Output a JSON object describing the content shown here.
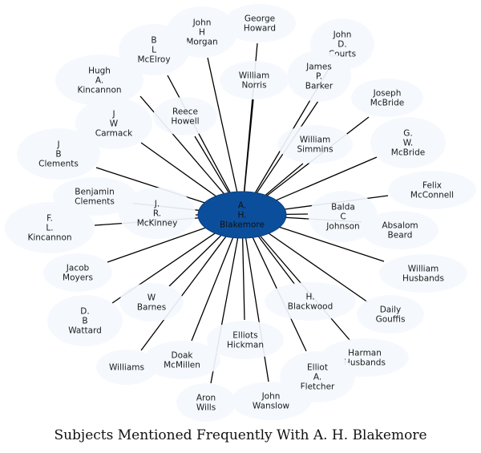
{
  "title": "Subjects Mentioned Frequently With A. H. Blakemore",
  "colors": {
    "center_fill": "#0b4f9c",
    "node_fill": "#f4f8fe",
    "edge": "#000000"
  },
  "center": {
    "id": "blakemore",
    "lines": [
      "A.",
      "H.",
      "Blakemore"
    ]
  },
  "nodes": [
    {
      "id": "george-howard",
      "lines": [
        "George",
        "Howard"
      ]
    },
    {
      "id": "john-h-morgan",
      "lines": [
        "John",
        "H",
        "Morgan"
      ]
    },
    {
      "id": "b-l-mcelroy",
      "lines": [
        "B",
        "L",
        "McElroy"
      ]
    },
    {
      "id": "hugh-a-kincannon",
      "lines": [
        "Hugh",
        "A.",
        "Kincannon"
      ]
    },
    {
      "id": "john-d-courts",
      "lines": [
        "John",
        "D.",
        "Courts"
      ]
    },
    {
      "id": "william-norris",
      "lines": [
        "William",
        "Norris"
      ]
    },
    {
      "id": "james-p-barker",
      "lines": [
        "James",
        "P.",
        "Barker"
      ]
    },
    {
      "id": "joseph-mcbride",
      "lines": [
        "Joseph",
        "McBride"
      ]
    },
    {
      "id": "j-w-carmack",
      "lines": [
        "J",
        "W",
        "Carmack"
      ]
    },
    {
      "id": "reece-howell",
      "lines": [
        "Reece",
        "Howell"
      ]
    },
    {
      "id": "g-w-mcbride",
      "lines": [
        "G.",
        "W.",
        "McBride"
      ]
    },
    {
      "id": "william-simmins",
      "lines": [
        "William",
        "Simmins"
      ]
    },
    {
      "id": "j-b-clements",
      "lines": [
        "J",
        "B",
        "Clements"
      ]
    },
    {
      "id": "felix-mcconnell",
      "lines": [
        "Felix",
        "McConnell"
      ]
    },
    {
      "id": "benjamin-clements",
      "lines": [
        "Benjamin",
        "Clements"
      ]
    },
    {
      "id": "j-r-mckinney",
      "lines": [
        "J.",
        "R.",
        "McKinney"
      ]
    },
    {
      "id": "balda-c-johnson",
      "lines": [
        "Balda",
        "C",
        "Johnson"
      ]
    },
    {
      "id": "absalom-beard",
      "lines": [
        "Absalom",
        "Beard"
      ]
    },
    {
      "id": "f-l-kincannon",
      "lines": [
        "F.",
        "L.",
        "Kincannon"
      ]
    },
    {
      "id": "jacob-moyers",
      "lines": [
        "Jacob",
        "Moyers"
      ]
    },
    {
      "id": "william-husbands",
      "lines": [
        "William",
        "Husbands"
      ]
    },
    {
      "id": "w-barnes",
      "lines": [
        "W",
        "Barnes"
      ]
    },
    {
      "id": "h-blackwood",
      "lines": [
        "H.",
        "Blackwood"
      ]
    },
    {
      "id": "daily-gouffis",
      "lines": [
        "Daily",
        "Gouffis"
      ]
    },
    {
      "id": "d-b-wattard",
      "lines": [
        "D.",
        "B",
        "Wattard"
      ]
    },
    {
      "id": "elliots-hickman",
      "lines": [
        "Elliots",
        "Hickman"
      ]
    },
    {
      "id": "harman-husbands",
      "lines": [
        "Harman",
        "Husbands"
      ]
    },
    {
      "id": "williams",
      "lines": [
        "Williams"
      ]
    },
    {
      "id": "doak-mcmillen",
      "lines": [
        "Doak",
        "McMillen"
      ]
    },
    {
      "id": "elliot-a-fletcher",
      "lines": [
        "Elliot",
        "A.",
        "Fletcher"
      ]
    },
    {
      "id": "aron-wills",
      "lines": [
        "Aron",
        "Wills"
      ]
    },
    {
      "id": "john-wanslow",
      "lines": [
        "John",
        "Wanslow"
      ]
    }
  ]
}
